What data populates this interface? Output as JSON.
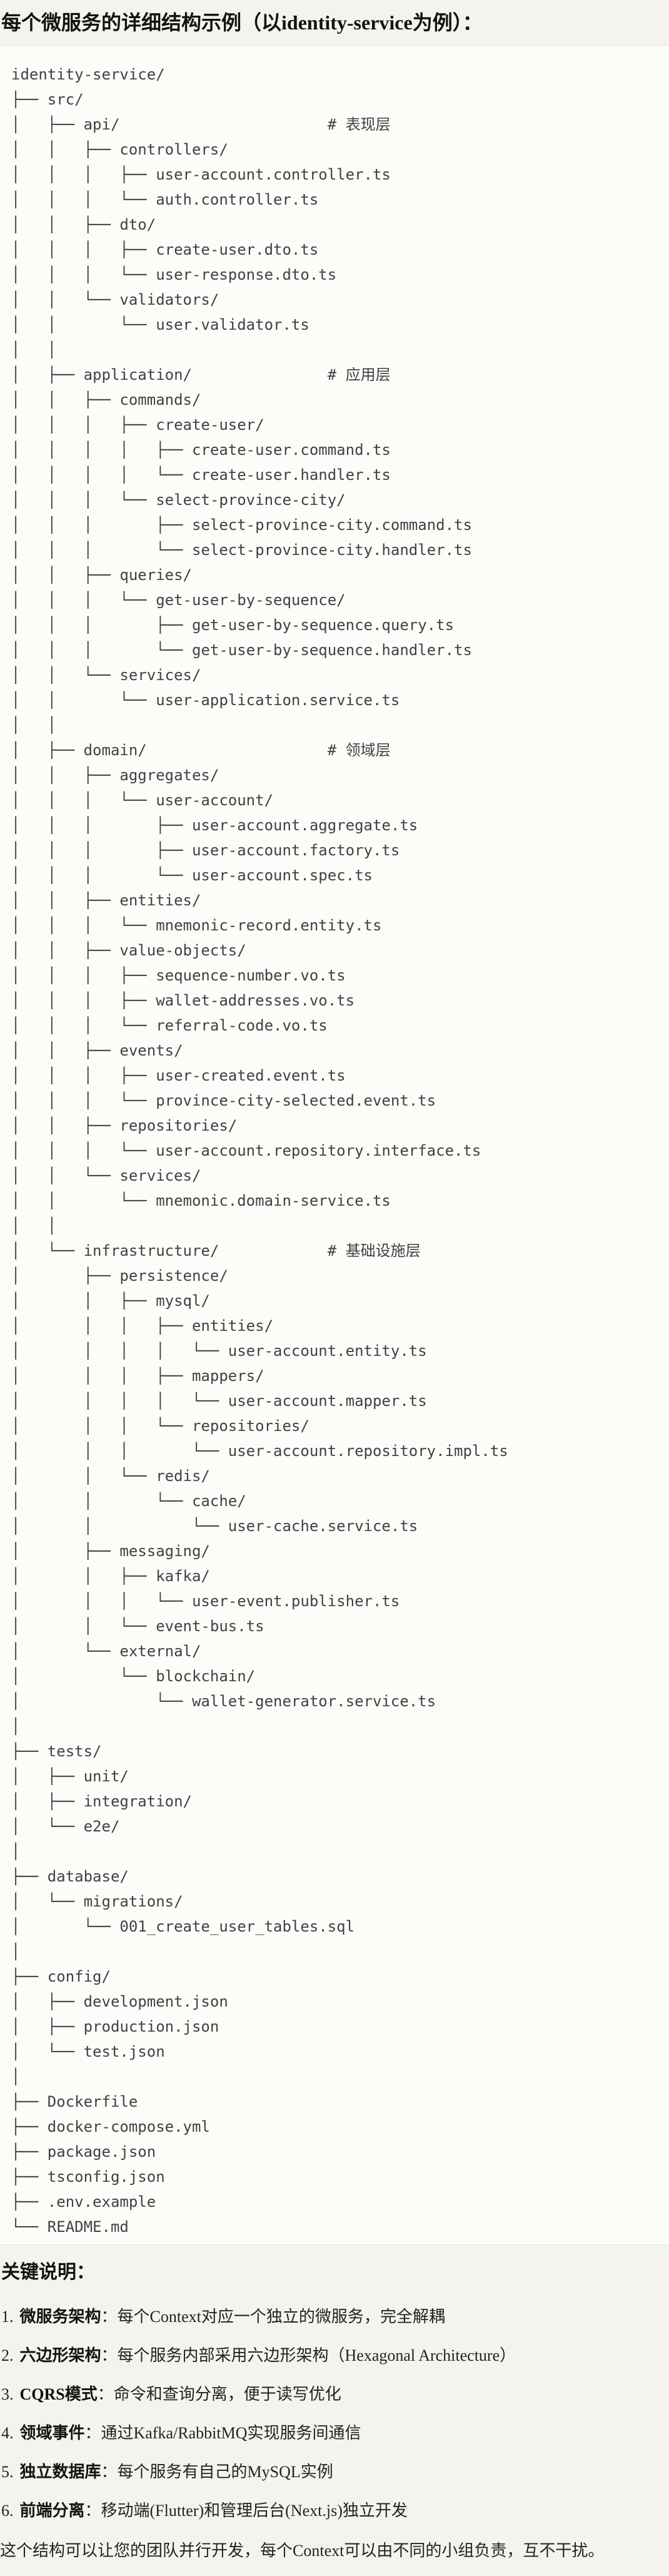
{
  "page": {
    "title": "每个微服务的详细结构示例（以identity-service为例）：",
    "tree_lines": [
      "identity-service/",
      "├── src/",
      "│   ├── api/                       # 表现层",
      "│   │   ├── controllers/",
      "│   │   │   ├── user-account.controller.ts",
      "│   │   │   └── auth.controller.ts",
      "│   │   ├── dto/",
      "│   │   │   ├── create-user.dto.ts",
      "│   │   │   └── user-response.dto.ts",
      "│   │   └── validators/",
      "│   │       └── user.validator.ts",
      "│   │",
      "│   ├── application/               # 应用层",
      "│   │   ├── commands/",
      "│   │   │   ├── create-user/",
      "│   │   │   │   ├── create-user.command.ts",
      "│   │   │   │   └── create-user.handler.ts",
      "│   │   │   └── select-province-city/",
      "│   │   │       ├── select-province-city.command.ts",
      "│   │   │       └── select-province-city.handler.ts",
      "│   │   ├── queries/",
      "│   │   │   └── get-user-by-sequence/",
      "│   │   │       ├── get-user-by-sequence.query.ts",
      "│   │   │       └── get-user-by-sequence.handler.ts",
      "│   │   └── services/",
      "│   │       └── user-application.service.ts",
      "│   │",
      "│   ├── domain/                    # 领域层",
      "│   │   ├── aggregates/",
      "│   │   │   └── user-account/",
      "│   │   │       ├── user-account.aggregate.ts",
      "│   │   │       ├── user-account.factory.ts",
      "│   │   │       └── user-account.spec.ts",
      "│   │   ├── entities/",
      "│   │   │   └── mnemonic-record.entity.ts",
      "│   │   ├── value-objects/",
      "│   │   │   ├── sequence-number.vo.ts",
      "│   │   │   ├── wallet-addresses.vo.ts",
      "│   │   │   └── referral-code.vo.ts",
      "│   │   ├── events/",
      "│   │   │   ├── user-created.event.ts",
      "│   │   │   └── province-city-selected.event.ts",
      "│   │   ├── repositories/",
      "│   │   │   └── user-account.repository.interface.ts",
      "│   │   └── services/",
      "│   │       └── mnemonic.domain-service.ts",
      "│   │",
      "│   └── infrastructure/            # 基础设施层",
      "│       ├── persistence/",
      "│       │   ├── mysql/",
      "│       │   │   ├── entities/",
      "│       │   │   │   └── user-account.entity.ts",
      "│       │   │   ├── mappers/",
      "│       │   │   │   └── user-account.mapper.ts",
      "│       │   │   └── repositories/",
      "│       │   │       └── user-account.repository.impl.ts",
      "│       │   └── redis/",
      "│       │       └── cache/",
      "│       │           └── user-cache.service.ts",
      "│       ├── messaging/",
      "│       │   ├── kafka/",
      "│       │   │   └── user-event.publisher.ts",
      "│       │   └── event-bus.ts",
      "│       └── external/",
      "│           └── blockchain/",
      "│               └── wallet-generator.service.ts",
      "│",
      "├── tests/",
      "│   ├── unit/",
      "│   ├── integration/",
      "│   └── e2e/",
      "│",
      "├── database/",
      "│   └── migrations/",
      "│       └── 001_create_user_tables.sql",
      "│",
      "├── config/",
      "│   ├── development.json",
      "│   ├── production.json",
      "│   └── test.json",
      "│",
      "├── Dockerfile",
      "├── docker-compose.yml",
      "├── package.json",
      "├── tsconfig.json",
      "├── .env.example",
      "└── README.md"
    ],
    "notes": {
      "heading": "关键说明：",
      "items": [
        {
          "num": "1.",
          "label": "微服务架构",
          "desc": "：每个Context对应一个独立的微服务，完全解耦"
        },
        {
          "num": "2.",
          "label": "六边形架构",
          "desc": "：每个服务内部采用六边形架构（Hexagonal Architecture）"
        },
        {
          "num": "3.",
          "label": "CQRS模式",
          "desc": "：命令和查询分离，便于读写优化"
        },
        {
          "num": "4.",
          "label": "领域事件",
          "desc": "：通过Kafka/RabbitMQ实现服务间通信"
        },
        {
          "num": "5.",
          "label": "独立数据库",
          "desc": "：每个服务有自己的MySQL实例"
        },
        {
          "num": "6.",
          "label": "前端分离",
          "desc": "：移动端(Flutter)和管理后台(Next.js)独立开发"
        }
      ],
      "footer": "这个结构可以让您的团队并行开发，每个Context可以由不同的小组负责，互不干扰。"
    }
  }
}
